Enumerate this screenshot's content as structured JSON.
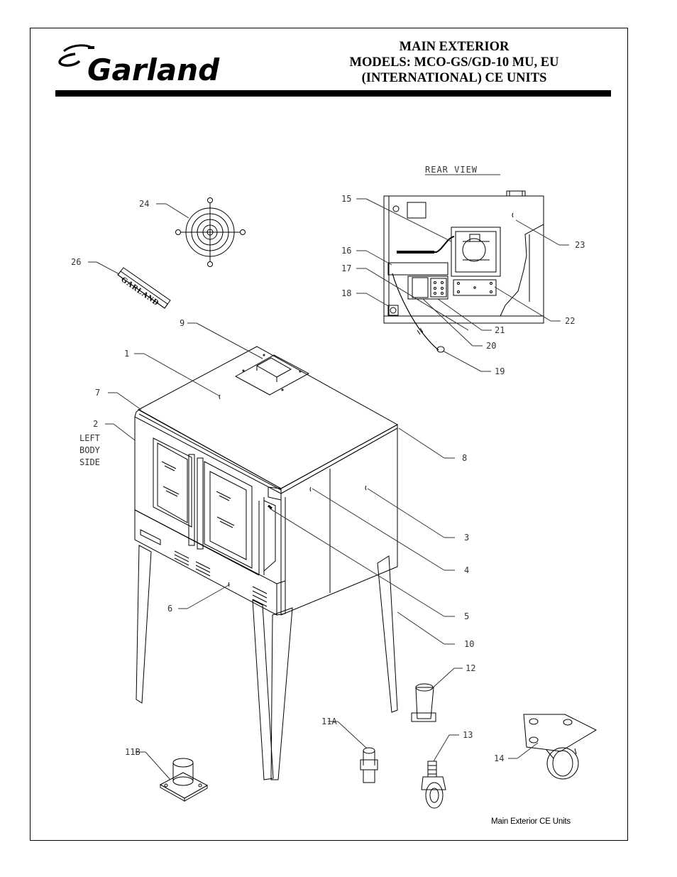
{
  "header": {
    "brand": "Garland",
    "title_lines": [
      "MAIN EXTERIOR",
      "MODELS: MCO-GS/GD-10 MU, EU",
      "(INTERNATIONAL) CE UNITS"
    ]
  },
  "rear_view_label": "REAR VIEW",
  "side_label_lines": [
    "LEFT",
    "BODY",
    "SIDE"
  ],
  "nameplate_text": "GARLAND",
  "callouts": [
    "1",
    "2",
    "3",
    "4",
    "5",
    "6",
    "7",
    "8",
    "9",
    "10",
    "11A",
    "11B",
    "12",
    "13",
    "14",
    "15",
    "16",
    "17",
    "18",
    "19",
    "20",
    "21",
    "22",
    "23",
    "24",
    "26"
  ],
  "footer": "Main Exterior CE Units"
}
